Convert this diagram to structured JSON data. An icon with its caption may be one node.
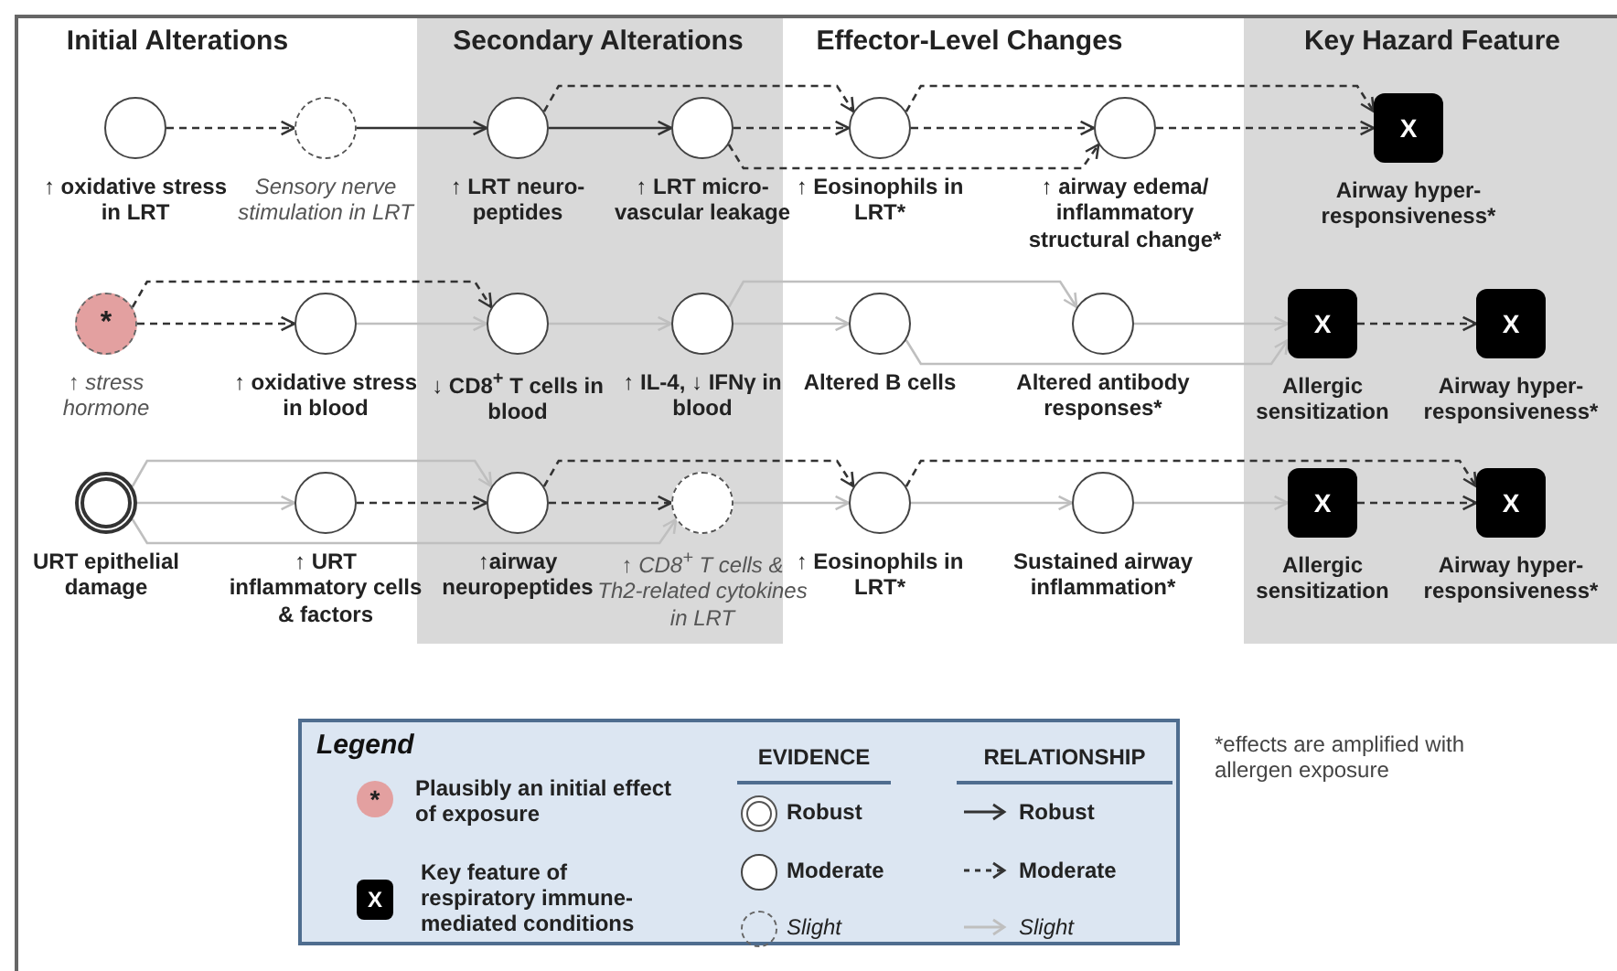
{
  "diagram": {
    "nodes": [
      {
        "text": [
          "↑ oxidative stress in LRT"
        ]
      },
      {
        "text": [
          "Sensory nerve stimulation in LRT"
        ]
      },
      {
        "text": [
          "↑ LRT neuro-peptides"
        ]
      },
      {
        "text": [
          "↑ LRT micro-vascular leakage"
        ]
      },
      {
        "text": [
          "↑ Eosinophils in LRT*"
        ]
      },
      {
        "text": [
          "↑ airway edema/ inflammatory structural change*"
        ]
      },
      {
        "text": [
          "X",
          "Airway hyper-responsiveness*"
        ]
      },
      {
        "text": [
          "*",
          "↑ stress hormone"
        ]
      },
      {
        "text": [
          "↑ oxidative stress in blood"
        ]
      },
      {
        "text": [
          "↓ CD8$^{+}$ T cells in blood"
        ]
      },
      {
        "text": [
          "↑ IL-4, ↓ IFNγ in blood"
        ]
      },
      {
        "text": [
          "Altered B cells"
        ]
      },
      {
        "text": [
          "Altered antibody responses*"
        ]
      },
      {
        "text": [
          "X",
          "Allergic sensitization"
        ]
      },
      {
        "text": [
          "X",
          "Airway hyper-responsiveness*"
        ]
      },
      {
        "text": [
          "URT epithelial damage"
        ]
      },
      {
        "text": [
          "↑ URT inflammatory cells & factors"
        ]
      },
      {
        "text": [
          "↑airway neuropeptides"
        ]
      },
      {
        "text": [
          "↑ CD8$^{+}$ T cells & Th2-related cytokines in LRT"
        ]
      },
      {
        "text": [
          "↑ Eosinophils in LRT*"
        ]
      },
      {
        "text": [
          "Sustained airway inflammation*"
        ]
      },
      {
        "text": [
          "X",
          "Allergic sensitization"
        ]
      },
      {
        "text": [
          "X",
          "Airway hyper-responsiveness*"
        ]
      }
    ],
    "edges": [
      {
        "from": 0,
        "to": 1,
        "arrow": "to",
        "style": "dashed"
      },
      {
        "from": 1,
        "to": 2,
        "arrow": "to"
      },
      {
        "from": 2,
        "to": 3,
        "arrow": "to"
      },
      {
        "from": 2,
        "to": 4,
        "arrow": "to",
        "style": "dashed"
      },
      {
        "from": 3,
        "to": 4,
        "arrow": "to",
        "style": "dashed"
      },
      {
        "from": 3,
        "to": 5,
        "arrow": "to",
        "style": "dashed"
      },
      {
        "from": 4,
        "to": 6,
        "arrow": "to",
        "style": "dashed"
      },
      {
        "from": 4,
        "to": 5,
        "arrow": "to",
        "style": "dashed"
      },
      {
        "from": 5,
        "to": 6,
        "arrow": "to",
        "style": "dashed"
      },
      {
        "from": 7,
        "to": 8,
        "arrow": "to",
        "style": "dashed"
      },
      {
        "from": 7,
        "to": 9,
        "arrow": "to",
        "style": "dashed"
      },
      {
        "from": 8,
        "to": 9,
        "arrow": "to",
        "color": "#bfbfbf"
      },
      {
        "from": 9,
        "to": 10,
        "arrow": "to",
        "color": "#bfbfbf"
      },
      {
        "from": 10,
        "to": 11,
        "arrow": "to",
        "color": "#bfbfbf"
      },
      {
        "from": 10,
        "to": 12,
        "arrow": "to",
        "color": "#bfbfbf"
      },
      {
        "from": 11,
        "to": 13,
        "arrow": "to",
        "color": "#bfbfbf"
      },
      {
        "from": 12,
        "to": 13,
        "arrow": "to",
        "color": "#bfbfbf"
      },
      {
        "from": 13,
        "to": 14,
        "arrow": "to",
        "style": "dashed"
      },
      {
        "from": 15,
        "to": 16,
        "arrow": "to",
        "color": "#bfbfbf"
      },
      {
        "from": 15,
        "to": 17,
        "arrow": "to",
        "color": "#bfbfbf"
      },
      {
        "from": 15,
        "to": 18,
        "arrow": "to",
        "color": "#bfbfbf"
      },
      {
        "from": 16,
        "to": 17,
        "arrow": "to",
        "style": "dashed"
      },
      {
        "from": 17,
        "to": 18,
        "arrow": "to",
        "style": "dashed"
      },
      {
        "from": 17,
        "to": 19,
        "arrow": "to",
        "style": "dashed"
      },
      {
        "from": 18,
        "to": 19,
        "arrow": "to",
        "color": "#bfbfbf"
      },
      {
        "from": 19,
        "to": 20,
        "arrow": "to",
        "color": "#bfbfbf"
      },
      {
        "from": 19,
        "to": 22,
        "arrow": "to",
        "style": "dashed"
      },
      {
        "from": 20,
        "to": 21,
        "arrow": "to",
        "color": "#bfbfbf"
      },
      {
        "from": 21,
        "to": 22,
        "arrow": "to",
        "style": "dashed"
      }
    ],
    "labels": [
      "Initial Alterations",
      "Secondary Alterations",
      "Effector-Level Changes",
      "Key Hazard Feature",
      "Legend",
      "EVIDENCE",
      "RELATIONSHIP",
      "*",
      "X",
      "*effects are amplified with allergen exposure"
    ],
    "legend": [
      {
        "text": "Plausibly an initial effect of exposure"
      },
      {
        "text": "Key feature of respiratory immune-mediated conditions"
      },
      {
        "text": "Robust"
      },
      {
        "text": "Moderate"
      },
      {
        "text": "Slight"
      },
      {
        "text": "Robust"
      },
      {
        "text": "Moderate"
      },
      {
        "text": "Slight"
      }
    ]
  }
}
